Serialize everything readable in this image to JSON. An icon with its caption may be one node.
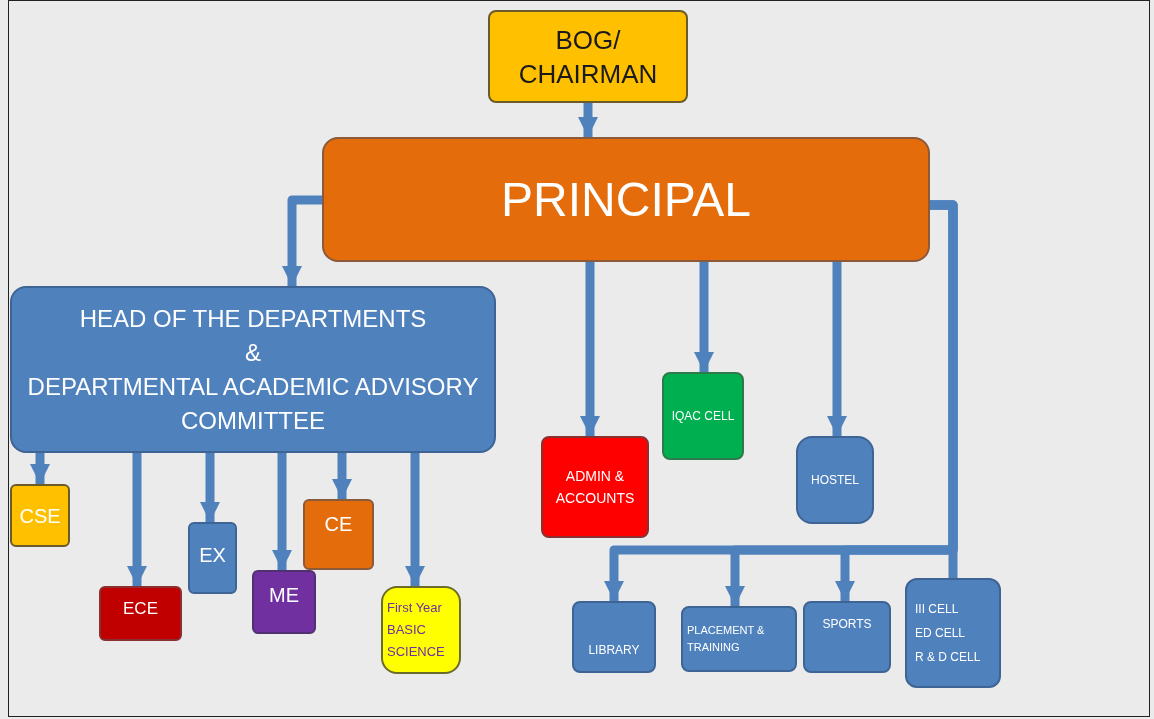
{
  "diagram": {
    "nodes": [
      {
        "text": [
          "BOG/ CHAIRMAN"
        ]
      },
      {
        "text": [
          "PRINCIPAL"
        ]
      },
      {
        "text": [
          "HEAD OF THE DEPARTMENTS",
          "&",
          "DEPARTMENTAL ACADEMIC ADVISORY COMMITTEE"
        ]
      },
      {
        "text": [
          "CSE"
        ]
      },
      {
        "text": [
          "ECE"
        ]
      },
      {
        "text": [
          "EX"
        ]
      },
      {
        "text": [
          "ME"
        ]
      },
      {
        "text": [
          "CE"
        ]
      },
      {
        "text": [
          "First Year BASIC SCIENCE"
        ]
      },
      {
        "text": [
          "ADMIN & ACCOUNTS"
        ]
      },
      {
        "text": [
          "IQAC CELL"
        ]
      },
      {
        "text": [
          "HOSTEL"
        ]
      },
      {
        "text": [
          "LIBRARY"
        ]
      },
      {
        "text": [
          "PLACEMENT & TRAINING"
        ]
      },
      {
        "text": [
          "SPORTS"
        ]
      },
      {
        "text": [
          "III CELL",
          "ED CELL",
          "R & D CELL"
        ]
      }
    ],
    "edges": [
      {
        "from": 0,
        "to": 1,
        "arrow": "to"
      },
      {
        "from": 1,
        "to": 2,
        "arrow": "to"
      },
      {
        "from": 2,
        "to": 3,
        "arrow": "to"
      },
      {
        "from": 2,
        "to": 4,
        "arrow": "to"
      },
      {
        "from": 2,
        "to": 5,
        "arrow": "to"
      },
      {
        "from": 2,
        "to": 6,
        "arrow": "to"
      },
      {
        "from": 2,
        "to": 7,
        "arrow": "to"
      },
      {
        "from": 2,
        "to": 8,
        "arrow": "to"
      },
      {
        "from": 1,
        "to": 9,
        "arrow": "to"
      },
      {
        "from": 1,
        "to": 10,
        "arrow": "to"
      },
      {
        "from": 1,
        "to": 11,
        "arrow": "to"
      },
      {
        "from": 1,
        "to": 12,
        "arrow": "to"
      },
      {
        "from": 1,
        "to": 13,
        "arrow": "to"
      },
      {
        "from": 1,
        "to": 14,
        "arrow": "to"
      },
      {
        "from": 1,
        "to": 15,
        "arrow": "none"
      }
    ]
  }
}
